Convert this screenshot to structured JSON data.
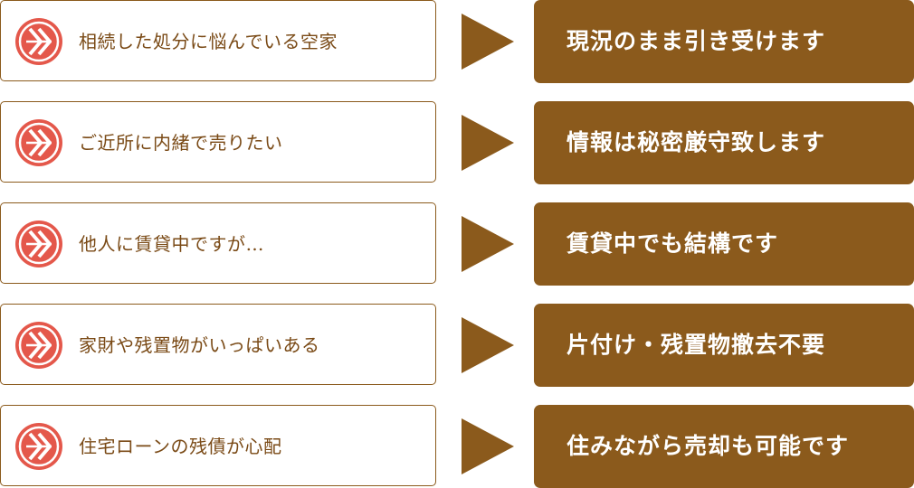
{
  "colors": {
    "brand_brown": "#8b5a1c",
    "problem_text": "#7a4a16",
    "emblem_red": "#e4584b",
    "solution_text": "#ffffff"
  },
  "icons": {
    "emblem": "kamon-crest-icon",
    "arrow": "triangle-right-icon"
  },
  "rows": [
    {
      "problem": "相続した処分に悩んでいる空家",
      "solution": "現況のまま引き受けます"
    },
    {
      "problem": "ご近所に内緒で売りたい",
      "solution": "情報は秘密厳守致します"
    },
    {
      "problem": "他人に賃貸中ですが…",
      "solution": "賃貸中でも結構です"
    },
    {
      "problem": "家財や残置物がいっぱいある",
      "solution": "片付け・残置物撤去不要"
    },
    {
      "problem": "住宅ローンの残債が心配",
      "solution": "住みながら売却も可能です"
    }
  ]
}
